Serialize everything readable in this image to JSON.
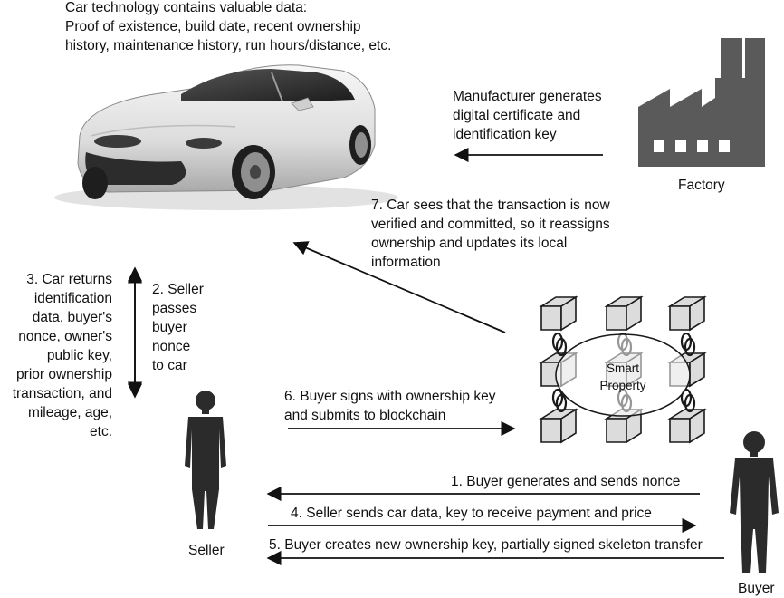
{
  "car": {
    "caption": "Car technology contains valuable data:\nProof of existence, build date, recent ownership\nhistory, maintenance history, run hours/distance, etc."
  },
  "factory": {
    "description": "Manufacturer generates\ndigital certificate and\nidentification key",
    "label": "Factory"
  },
  "steps": {
    "step7": "7. Car sees that the transaction is now\nverified and committed, so it reassigns\nownership and updates its local\ninformation",
    "step3": "3. Car returns\nidentification\ndata, buyer's\nnonce, owner's\npublic key,\nprior ownership\ntransaction, and\nmileage, age,\netc.",
    "step2": "2. Seller\npasses\nbuyer\nnonce\nto car",
    "step6": "6. Buyer signs with ownership  key\nand submits to blockchain",
    "step1": "1. Buyer generates and sends nonce",
    "step4": "4. Seller sends car data, key to receive payment and price",
    "step5": "5. Buyer creates new ownership key, partially signed skeleton transfer"
  },
  "blockchain": {
    "label": "Smart\nProperty"
  },
  "people": {
    "seller": "Seller",
    "buyer": "Buyer"
  },
  "colors": {
    "ink": "#111111",
    "body_gray": "#2b2b2b",
    "factory_gray": "#555555",
    "cube_fill": "#d9d9d9"
  }
}
